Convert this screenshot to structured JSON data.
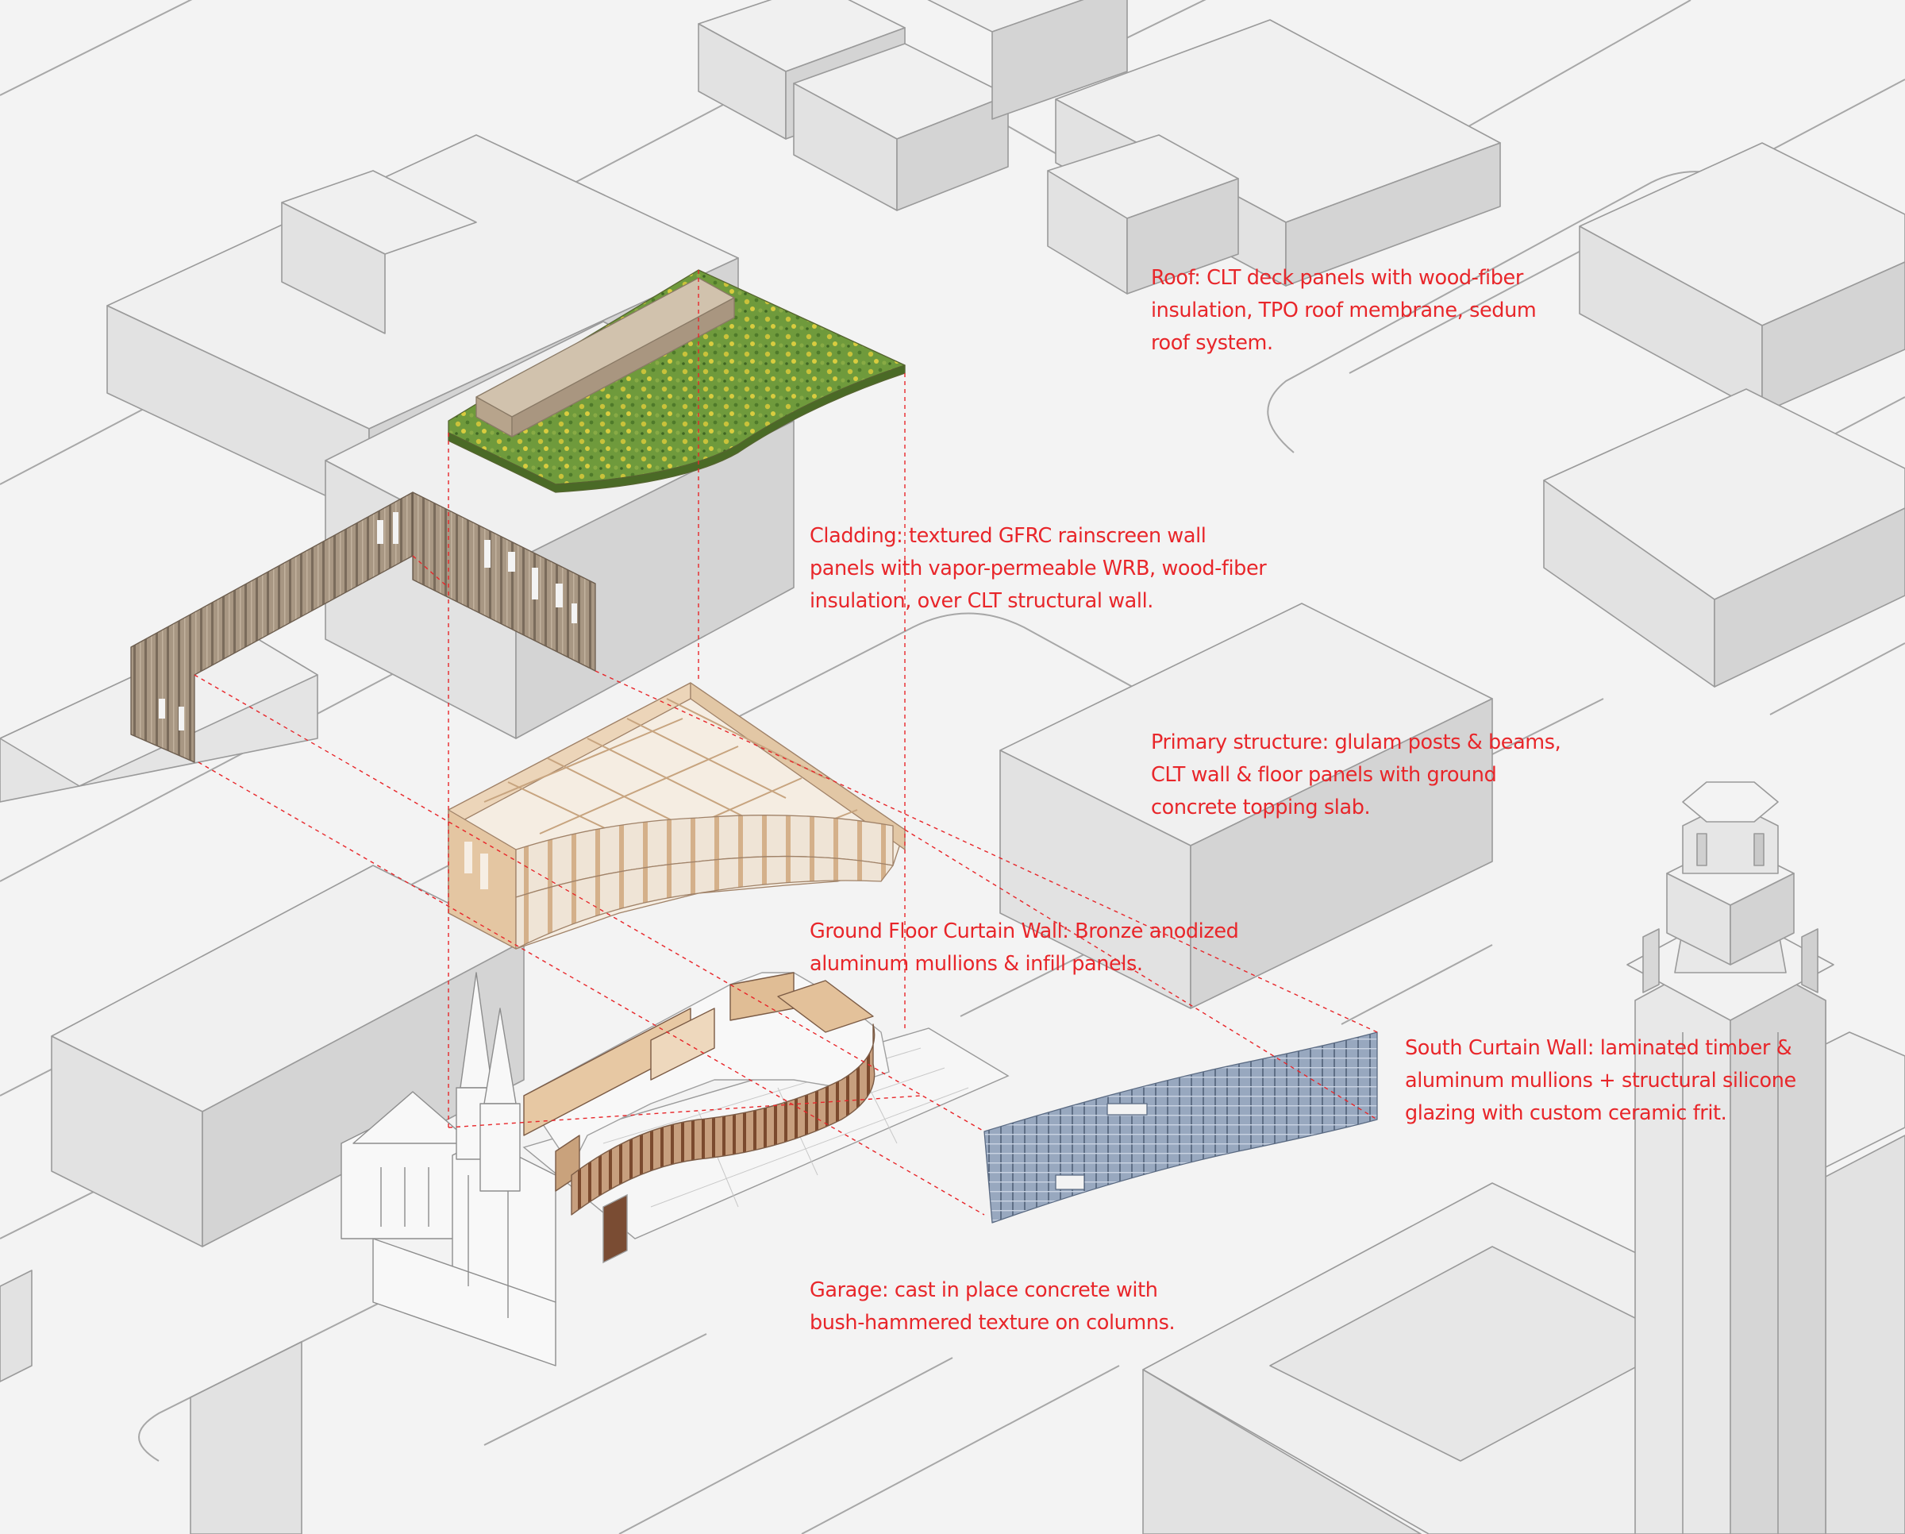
{
  "colors": {
    "background": "#f3f3f3",
    "context_building": "#e9e9e9",
    "context_side": "#d9d9d9",
    "outline": "#9a9a9a",
    "annotation": "#e8262a",
    "green_roof": "#6f9a3c",
    "timber": "#e6c9a6",
    "cladding": "#9b8a76",
    "curtain_wall": "#8e9eb4",
    "bronze_mullions": "#7b4a2e"
  },
  "callouts": [
    {
      "key": "roof",
      "lines": [
        "Roof: CLT deck panels with wood-fiber",
        "insulation, TPO roof membrane, sedum",
        "roof system."
      ]
    },
    {
      "key": "cladding",
      "lines": [
        "Cladding: textured GFRC rainscreen wall",
        "panels with vapor-permeable WRB, wood-fiber",
        "insulation, over CLT structural wall."
      ]
    },
    {
      "key": "structure",
      "lines": [
        "Primary structure: glulam posts & beams,",
        "CLT wall & floor panels with ground",
        "concrete topping slab."
      ]
    },
    {
      "key": "ground_curtain_wall",
      "lines": [
        "Ground Floor Curtain Wall: Bronze anodized",
        "aluminum mullions & infill panels."
      ]
    },
    {
      "key": "south_curtain_wall",
      "lines": [
        "South Curtain Wall: laminated timber &",
        "aluminum mullions + structural silicone",
        "glazing with custom ceramic frit."
      ]
    },
    {
      "key": "garage",
      "lines": [
        "Garage: cast in place concrete with",
        "bush-hammered texture on columns."
      ]
    }
  ]
}
